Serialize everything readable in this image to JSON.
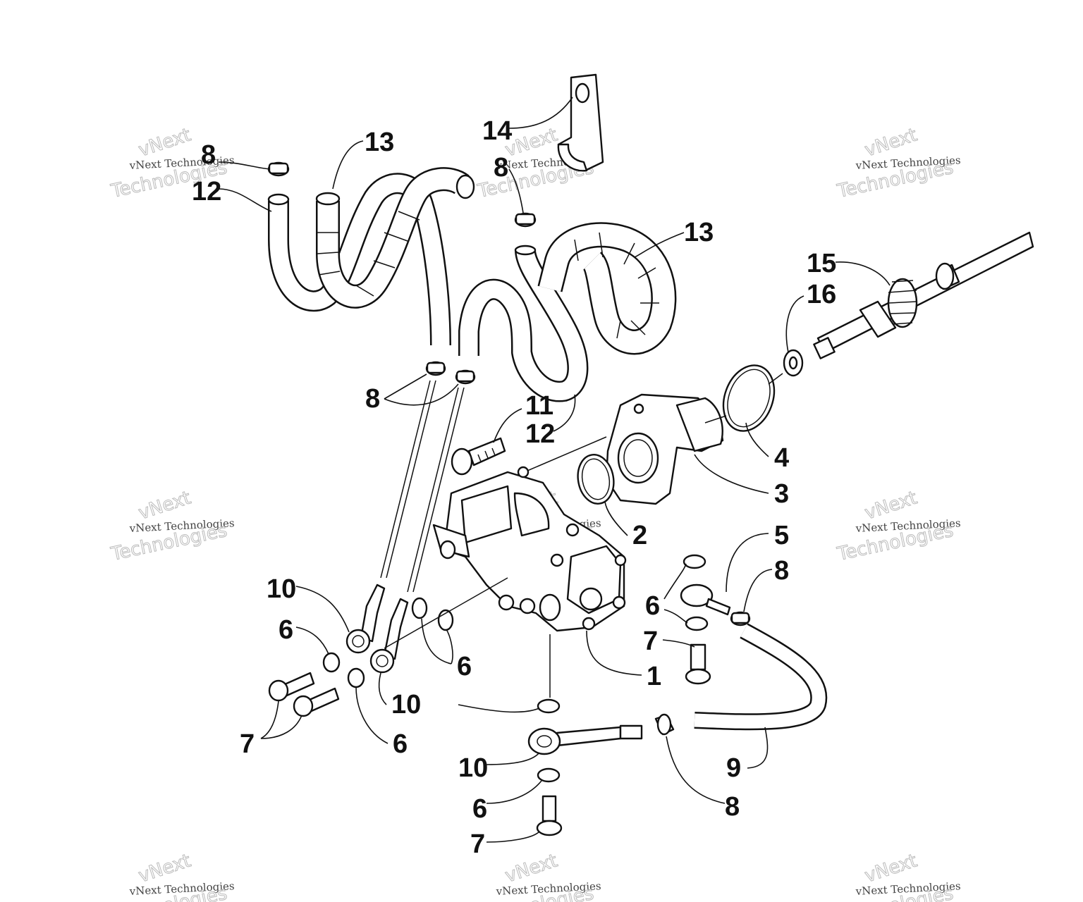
{
  "watermark": {
    "line1": "vNext Technologies",
    "line2": "vNext",
    "line3": "Technologies"
  },
  "callouts": [
    {
      "id": "c1",
      "label": "1"
    },
    {
      "id": "c2",
      "label": "2"
    },
    {
      "id": "c3",
      "label": "3"
    },
    {
      "id": "c4",
      "label": "4"
    },
    {
      "id": "c5",
      "label": "5"
    },
    {
      "id": "c6a",
      "label": "6"
    },
    {
      "id": "c6b",
      "label": "6"
    },
    {
      "id": "c6c",
      "label": "6"
    },
    {
      "id": "c6d",
      "label": "6"
    },
    {
      "id": "c6e",
      "label": "6"
    },
    {
      "id": "c7a",
      "label": "7"
    },
    {
      "id": "c7b",
      "label": "7"
    },
    {
      "id": "c7c",
      "label": "7"
    },
    {
      "id": "c8a",
      "label": "8"
    },
    {
      "id": "c8b",
      "label": "8"
    },
    {
      "id": "c8c",
      "label": "8"
    },
    {
      "id": "c8d",
      "label": "8"
    },
    {
      "id": "c8e",
      "label": "8"
    },
    {
      "id": "c9",
      "label": "9"
    },
    {
      "id": "c10a",
      "label": "10"
    },
    {
      "id": "c10b",
      "label": "10"
    },
    {
      "id": "c10c",
      "label": "10"
    },
    {
      "id": "c11",
      "label": "11"
    },
    {
      "id": "c12a",
      "label": "12"
    },
    {
      "id": "c12b",
      "label": "12"
    },
    {
      "id": "c13a",
      "label": "13"
    },
    {
      "id": "c13b",
      "label": "13"
    },
    {
      "id": "c14",
      "label": "14"
    },
    {
      "id": "c15",
      "label": "15"
    },
    {
      "id": "c16",
      "label": "16"
    }
  ]
}
